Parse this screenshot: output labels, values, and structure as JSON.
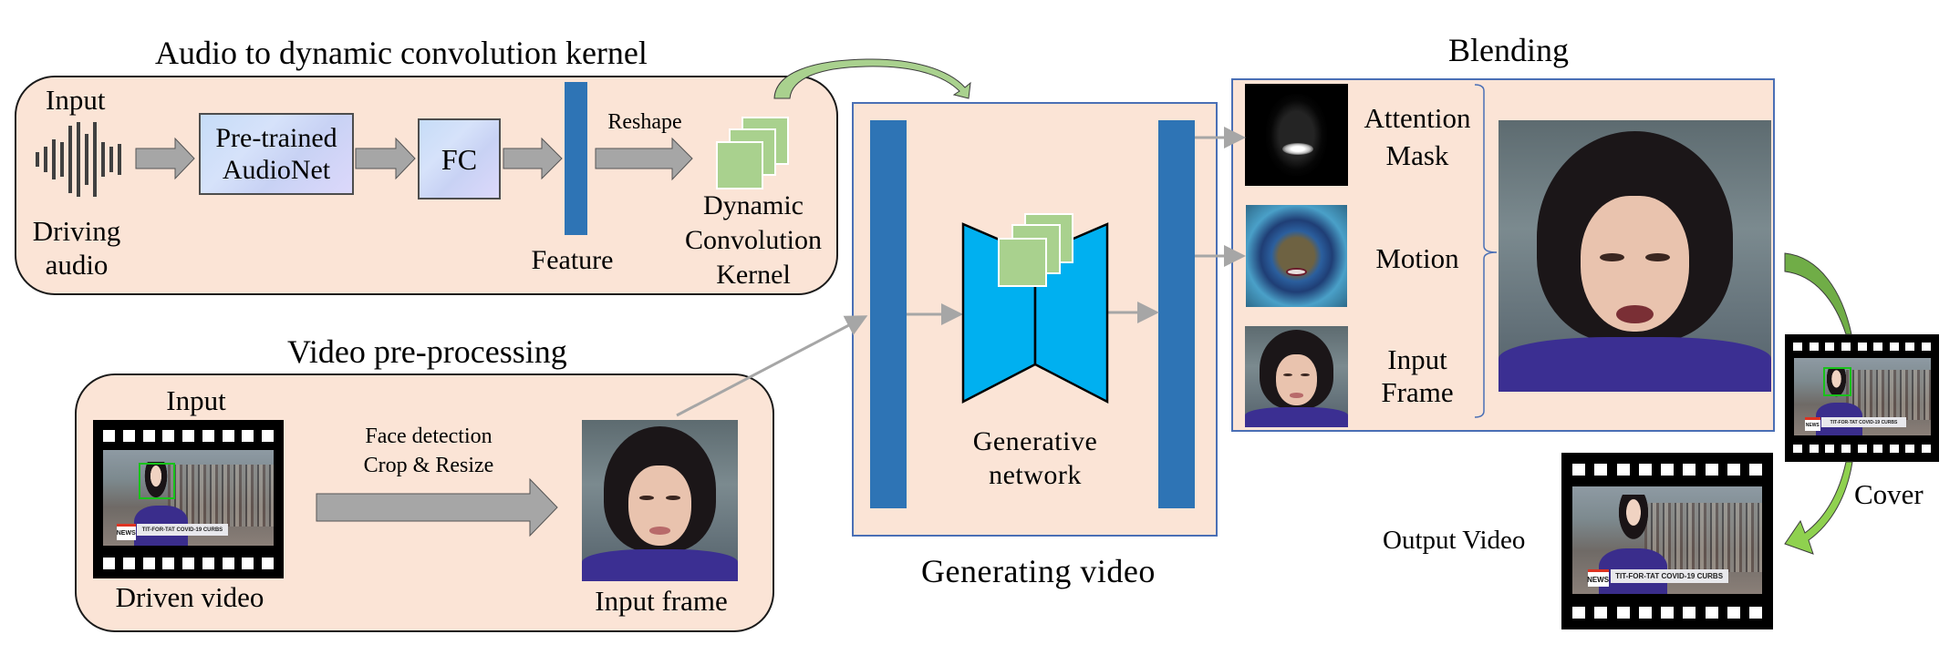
{
  "audio_section": {
    "title": "Audio to dynamic convolution kernel",
    "input_label": "Input",
    "driving_audio_label_line1": "Driving",
    "driving_audio_label_line2": "audio",
    "audionet_label_line1": "Pre-trained",
    "audionet_label_line2": "AudioNet",
    "fc_label": "FC",
    "feature_label": "Feature",
    "reshape_label": "Reshape",
    "kernel_label_line1": "Dynamic",
    "kernel_label_line2": "Convolution",
    "kernel_label_line3": "Kernel"
  },
  "video_section": {
    "title": "Video pre-processing",
    "input_label": "Input",
    "driven_video_label": "Driven video",
    "step_label_line1": "Face detection",
    "step_label_line2": "Crop & Resize",
    "input_frame_label": "Input frame"
  },
  "generating_section": {
    "title": "Generating video",
    "network_label_line1": "Generative",
    "network_label_line2": "network"
  },
  "blending_section": {
    "title": "Blending",
    "attention_label_line1": "Attention",
    "attention_label_line2": "Mask",
    "motion_label": "Motion",
    "input_frame_label_line1": "Input",
    "input_frame_label_line2": "Frame"
  },
  "output_section": {
    "cover_label": "Cover",
    "output_video_label": "Output Video"
  },
  "news_frame": {
    "badge": "NEWS",
    "headline": "TIT-FOR-TAT COVID-19 CURBS"
  },
  "colors": {
    "panel_fill": "#fbe4d6",
    "feature_bar": "#2e74b5",
    "kernel_green": "#a9d18e",
    "hourglass_blue": "#00b0f0",
    "arrow_gray": "#a6a6a6",
    "curved_arrow_green": "#70ad47",
    "cover_arrow_green": "#8fd14f",
    "panel_border_blue": "#4a6fb5"
  }
}
